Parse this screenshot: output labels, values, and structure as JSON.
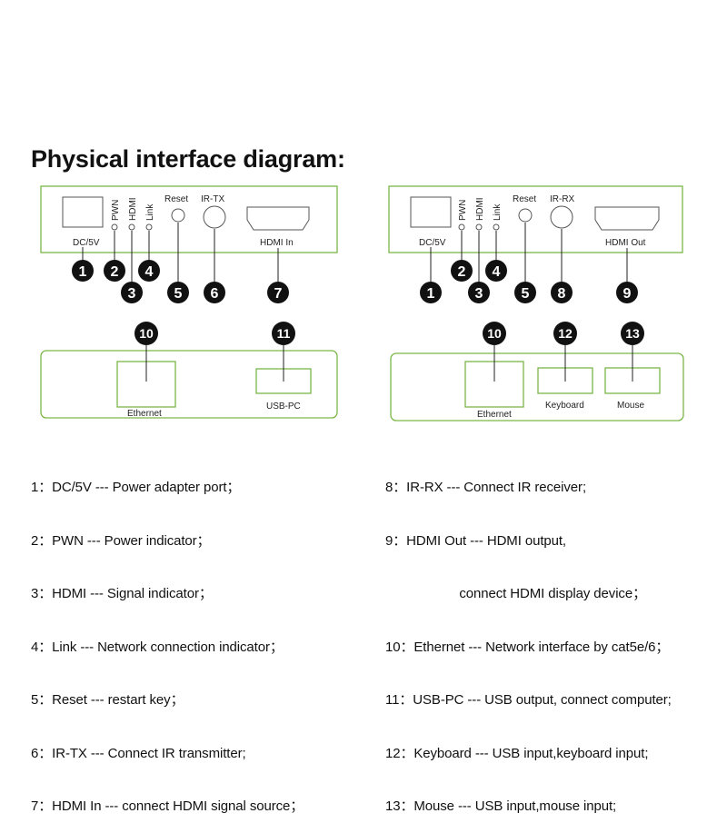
{
  "title": "Physical interface diagram:",
  "colors": {
    "panel_border": "#7ab648",
    "line": "#222222",
    "badge_fill": "#111111",
    "badge_text": "#ffffff"
  },
  "transmitter_front": {
    "labels": {
      "dc": "DC/5V",
      "pwn": "PWN",
      "hdmi": "HDMI",
      "link": "Link",
      "reset": "Reset",
      "ir": "IR-TX",
      "hdmi_port": "HDMI In"
    },
    "badges": [
      "1",
      "2",
      "3",
      "4",
      "5",
      "6",
      "7"
    ]
  },
  "receiver_front": {
    "labels": {
      "dc": "DC/5V",
      "pwn": "PWN",
      "hdmi": "HDMI",
      "link": "Link",
      "reset": "Reset",
      "ir": "IR-RX",
      "hdmi_port": "HDMI Out"
    },
    "badges": [
      "1",
      "2",
      "3",
      "4",
      "5",
      "8",
      "9"
    ]
  },
  "transmitter_back": {
    "labels": {
      "ethernet": "Ethernet",
      "usb": "USB-PC"
    },
    "badges": [
      "10",
      "11"
    ]
  },
  "receiver_back": {
    "labels": {
      "ethernet": "Ethernet",
      "keyboard": "Keyboard",
      "mouse": "Mouse"
    },
    "badges": [
      "10",
      "12",
      "13"
    ]
  },
  "descriptions_left": [
    "1：DC/5V --- Power adapter port；",
    "2：PWN --- Power indicator；",
    "3：HDMI --- Signal indicator；",
    "4：Link --- Network connection indicator；",
    "5：Reset --- restart key；",
    "6：IR-TX --- Connect IR transmitter;",
    "7：HDMI In --- connect HDMI signal source；"
  ],
  "descriptions_right": [
    "8：IR-RX --- Connect IR receiver;",
    "9：HDMI Out --- HDMI output,",
    "                    connect HDMI display device；",
    "10：Ethernet --- Network interface by cat5e/6；",
    "11：USB-PC --- USB output, connect computer;",
    "12：Keyboard --- USB input,keyboard input;",
    "13：Mouse --- USB input,mouse input;"
  ]
}
